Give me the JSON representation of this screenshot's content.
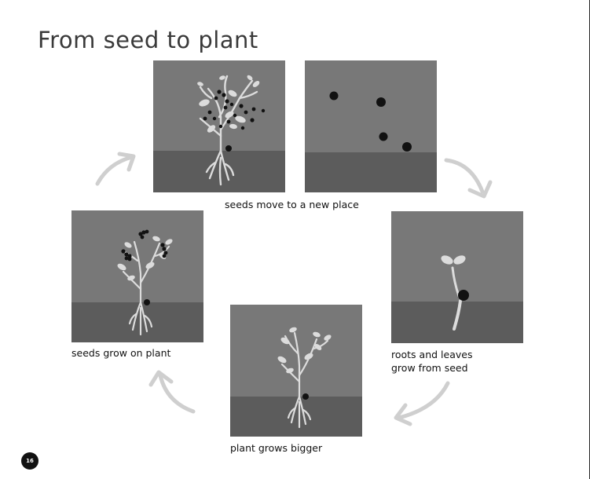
{
  "slide": {
    "title": "From seed to plant",
    "page_number": "16"
  },
  "stages": [
    {
      "id": "seeds-move",
      "caption_lines": [
        "seeds move to a new place"
      ]
    },
    {
      "id": "roots-leaves",
      "caption_lines": [
        "roots and leaves",
        "grow from seed"
      ]
    },
    {
      "id": "grows-bigger",
      "caption_lines": [
        "plant grows bigger"
      ]
    },
    {
      "id": "seeds-grow",
      "caption_lines": [
        "seeds grow on plant"
      ]
    }
  ],
  "colors": {
    "sky": "#787878",
    "ground": "#5c5c5c",
    "plant": "#d6d6d6",
    "seed": "#111111",
    "arrow": "#cfcfcf"
  }
}
